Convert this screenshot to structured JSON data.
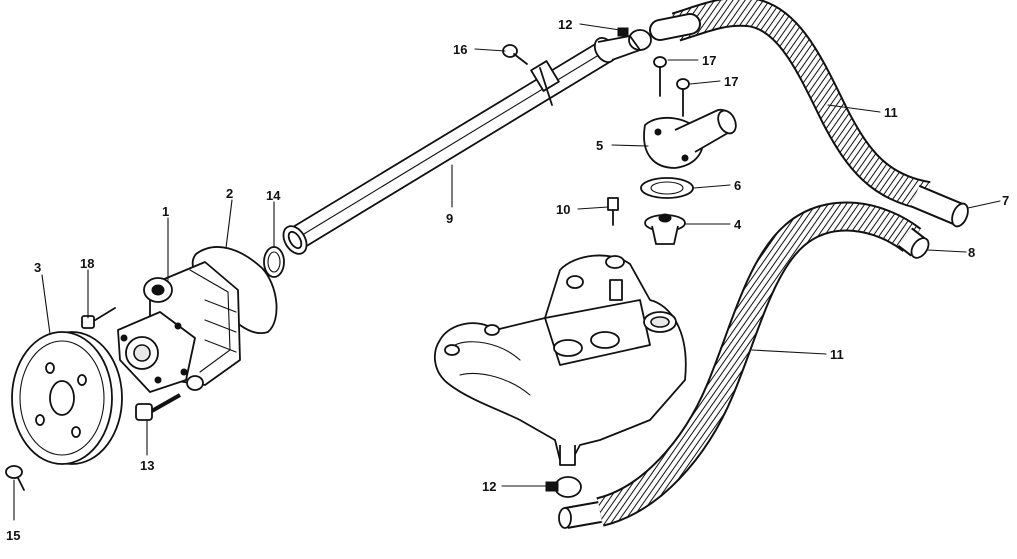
{
  "diagram": {
    "callouts": {
      "c1": "1",
      "c2": "2",
      "c3": "3",
      "c4": "4",
      "c5": "5",
      "c6": "6",
      "c7": "7",
      "c8": "8",
      "c9": "9",
      "c10": "10",
      "c11_upper": "11",
      "c11_lower": "11",
      "c12_upper": "12",
      "c12_lower": "12",
      "c13": "13",
      "c14": "14",
      "c15": "15",
      "c16": "16",
      "c17_a": "17",
      "c17_b": "17",
      "c18": "18"
    }
  }
}
